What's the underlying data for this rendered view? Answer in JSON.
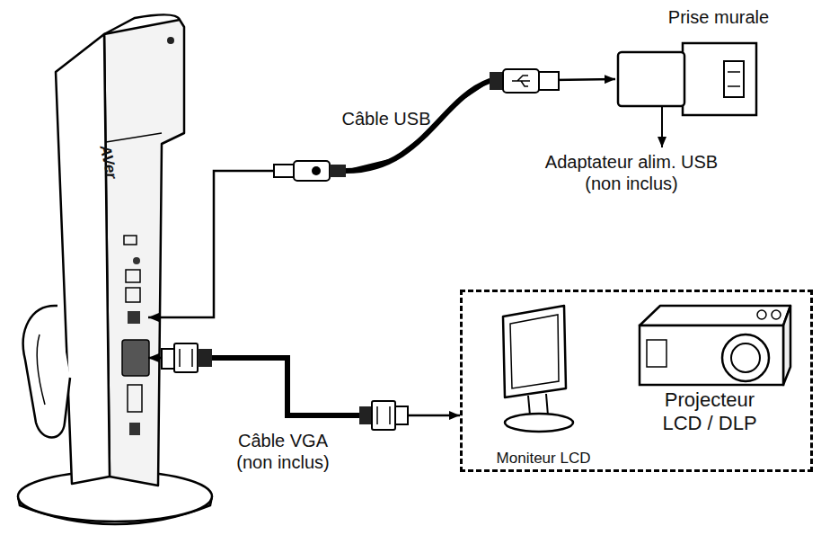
{
  "diagram": {
    "nodes": [
      {
        "text": [
          "AVer"
        ]
      },
      {
        "text": [
          "Prise murale"
        ]
      },
      {
        "text": []
      },
      {
        "text": [
          "Moniteur LCD"
        ],
        "in": 2
      },
      {
        "text": [
          "Projecteur LCD / DLP"
        ],
        "in": 2
      }
    ],
    "edges": [
      {
        "from": 0,
        "to": 1,
        "label": "Câble USB",
        "arrow": "both"
      },
      {
        "from": 0,
        "to": 2,
        "label": "Câble VGA (non inclus)",
        "arrow": "both"
      }
    ],
    "labels": [
      "Adaptateur alim. USB (non inclus)"
    ]
  }
}
